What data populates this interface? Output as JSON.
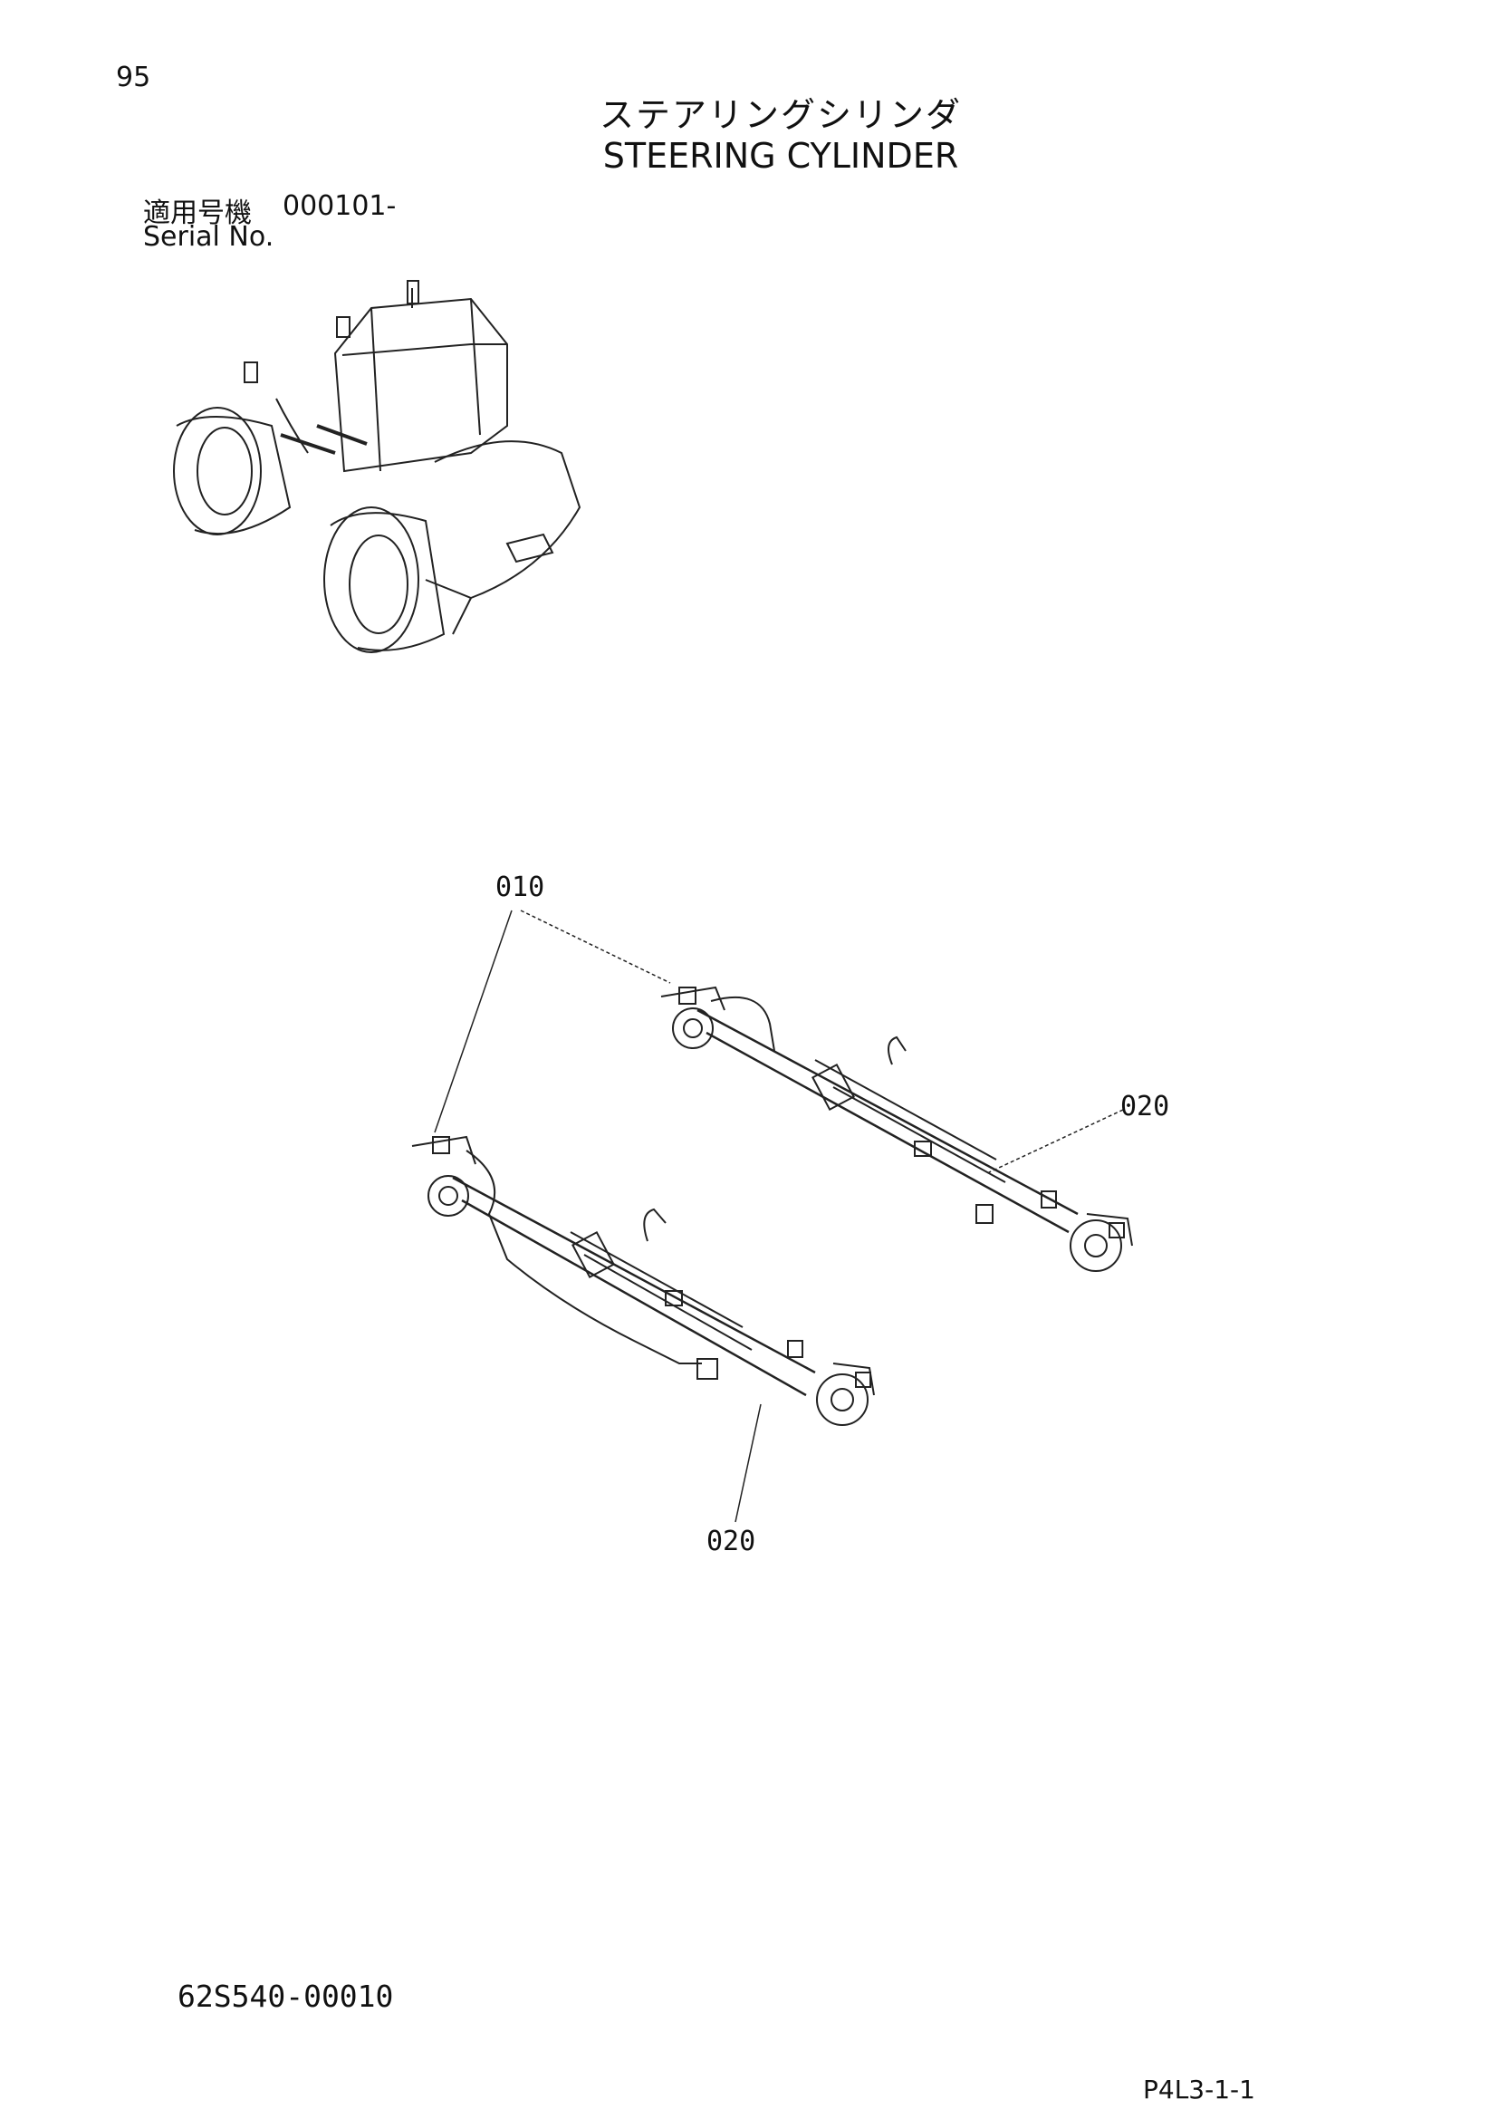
{
  "page": {
    "number": "95",
    "title_ja": "ステアリングシリンダ",
    "title_en": "STEERING CYLINDER",
    "serial_label_ja": "適用号機",
    "serial_value": "000101-",
    "serial_label_en": "Serial No.",
    "drawing_number": "62S540-00010",
    "page_code": "P4L3-1-1"
  },
  "callouts": {
    "upper_cylinders": "010",
    "right_cylinder": "020",
    "lower_cylinder": "020"
  },
  "icons": {
    "machine_overview": "wheel-loader-icon",
    "cylinders": "steering-cylinder-icon"
  }
}
